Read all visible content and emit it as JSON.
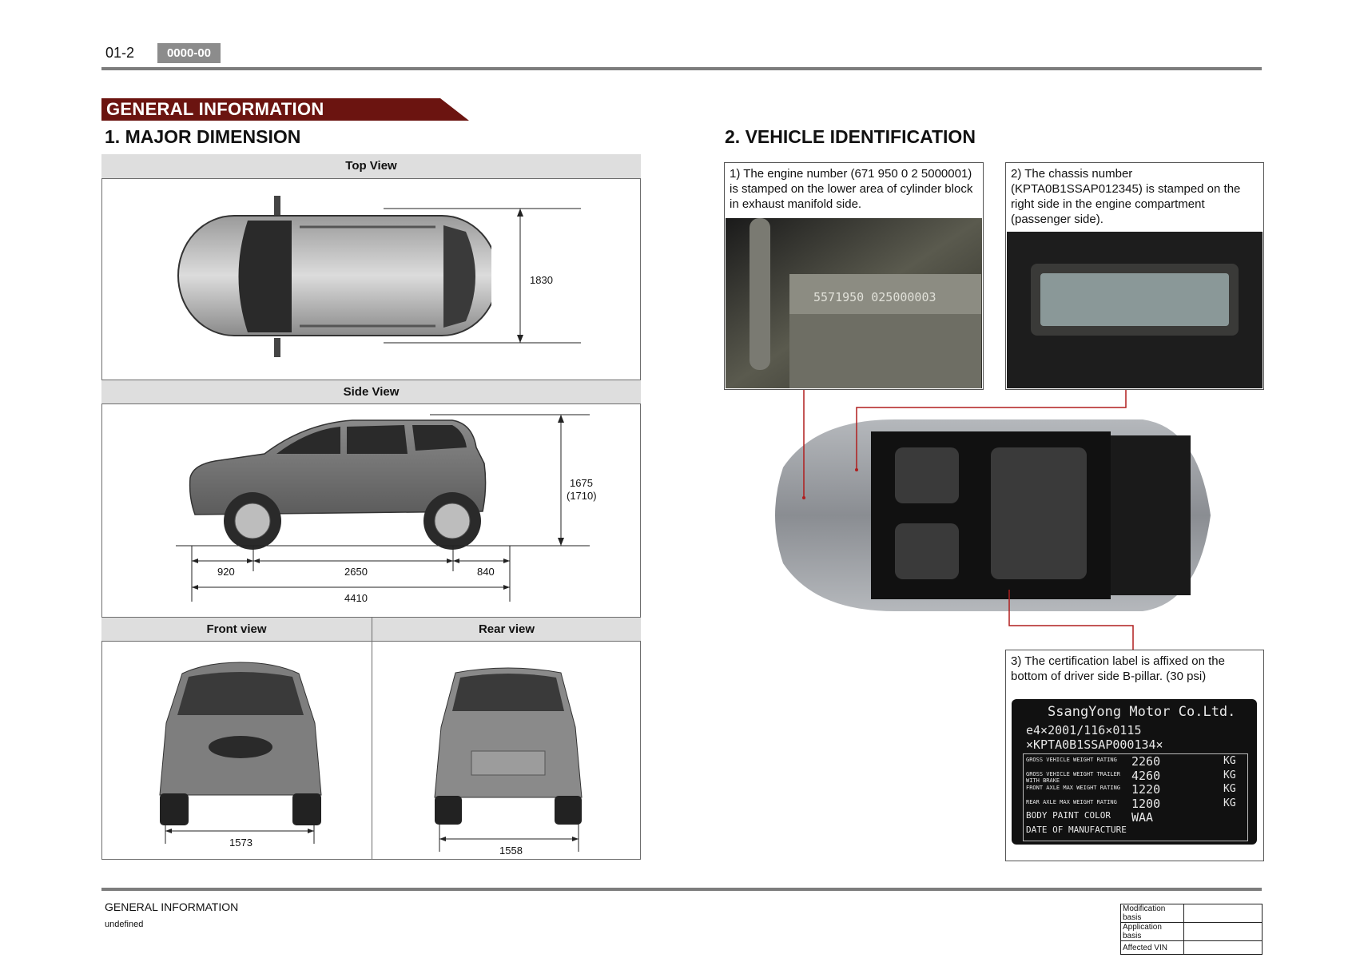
{
  "header": {
    "page_number": "01-2",
    "code": "0000-00"
  },
  "banner": {
    "title": "GENERAL INFORMATION"
  },
  "left_section": {
    "title": "1. MAJOR DIMENSION",
    "top_view": {
      "label": "Top View",
      "width": "1830"
    },
    "side_view": {
      "label": "Side View",
      "height": "1675",
      "height_alt": "(1710)",
      "front_overhang": "920",
      "wheelbase": "2650",
      "rear_overhang": "840",
      "length": "4410"
    },
    "front_view": {
      "label": "Front view",
      "track": "1573"
    },
    "rear_view": {
      "label": "Rear view",
      "track": "1558"
    }
  },
  "right_section": {
    "title": "2. VEHICLE IDENTIFICATION",
    "item1": "1) The engine number (671 950 0 2 5000001) is stamped on the lower area of cylinder block in exhaust manifold side.",
    "item2": "2) The chassis number (KPTA0B1SSAP012345) is stamped on the right side in the engine compartment (passenger side).",
    "item3": "3) The certification label is affixed on the bottom of driver side B-pillar. (30 psi)",
    "engine_stamp": "5571950 025000003",
    "label_plate": {
      "maker": "SsangYong Motor Co.Ltd.",
      "approval": "e4×2001/116×0115",
      "vin": "×KPTA0B1SSAP000134×",
      "rows": [
        {
          "name": "GROSS VEHICLE WEIGHT RATING",
          "value": "2260",
          "unit": "KG"
        },
        {
          "name": "GROSS VEHICLE WEIGHT TRAILER WITH BRAKE",
          "value": "4260",
          "unit": "KG"
        },
        {
          "name": "FRONT AXLE MAX WEIGHT RATING",
          "value": "1220",
          "unit": "KG"
        },
        {
          "name": "REAR AXLE MAX WEIGHT RATING",
          "value": "1200",
          "unit": "KG"
        },
        {
          "name": "BODY PAINT COLOR",
          "value": "WAA",
          "unit": ""
        },
        {
          "name": "DATE OF MANUFACTURE",
          "value": "",
          "unit": ""
        }
      ]
    }
  },
  "footer": {
    "section": "GENERAL INFORMATION",
    "sub": "undefined",
    "table": [
      "Modification basis",
      "Application basis",
      "Affected VIN"
    ]
  },
  "colors": {
    "banner": "#6b1410",
    "rule": "#7d7d7d",
    "leader": "#b01e1e"
  }
}
